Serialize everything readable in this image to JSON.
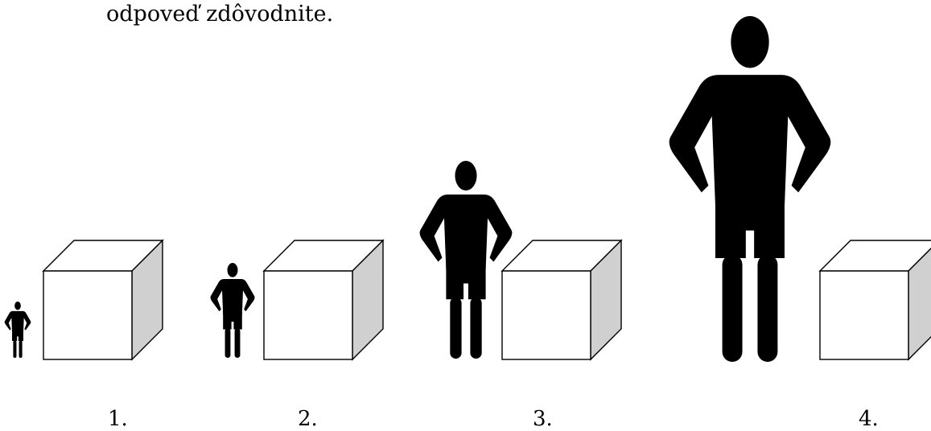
{
  "caption": "odpoveď zdôvodnite.",
  "panels": [
    {
      "label": "1."
    },
    {
      "label": "2."
    },
    {
      "label": "3."
    },
    {
      "label": "4."
    }
  ],
  "colors": {
    "ink": "#000000",
    "cube_face": "#ffffff",
    "cube_side": "#d0d0d0"
  }
}
